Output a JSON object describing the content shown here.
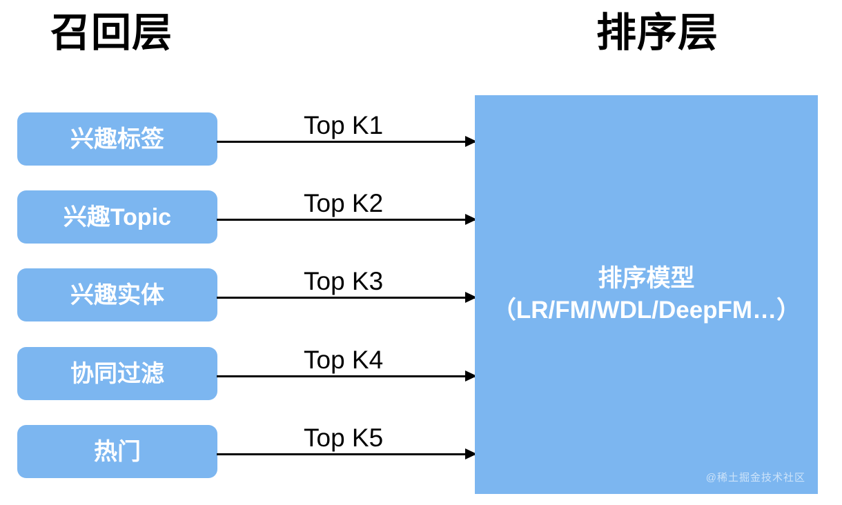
{
  "colors": {
    "panel_blue": "#7CB6F0",
    "box_blue": "#7CB6F0",
    "arrow_black": "#000000",
    "background": "#ffffff",
    "box_text": "#ffffff"
  },
  "left_column": {
    "title": "召回层",
    "boxes": [
      {
        "label": "兴趣标签"
      },
      {
        "label": "兴趣Topic"
      },
      {
        "label": "兴趣实体"
      },
      {
        "label": "协同过滤"
      },
      {
        "label": "热门"
      }
    ]
  },
  "arrows": [
    {
      "label": "Top K1"
    },
    {
      "label": "Top K2"
    },
    {
      "label": "Top K3"
    },
    {
      "label": "Top K4"
    },
    {
      "label": "Top K5"
    }
  ],
  "right_column": {
    "title": "排序层",
    "panel": {
      "model_name": "排序模型",
      "model_detail": "（LR/FM/WDL/DeepFM…）"
    },
    "watermark": "@稀土掘金技术社区"
  }
}
